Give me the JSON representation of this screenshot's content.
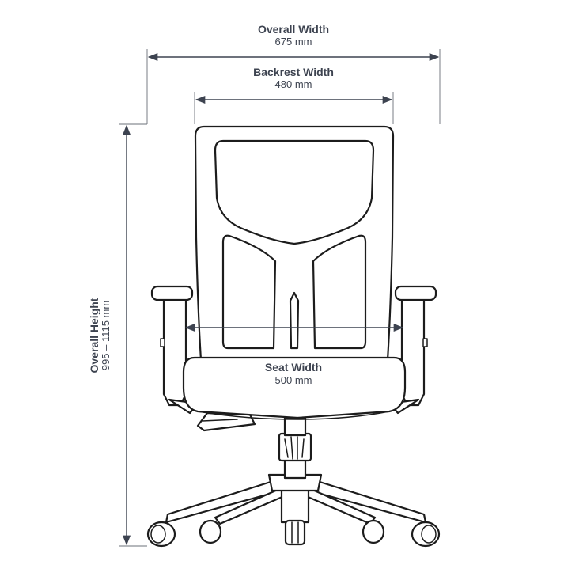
{
  "dimensions": {
    "overall_width": {
      "label": "Overall Width",
      "value": "675 mm"
    },
    "backrest_width": {
      "label": "Backrest Width",
      "value": "480 mm"
    },
    "seat_width": {
      "label": "Seat Width",
      "value": "500 mm"
    },
    "overall_height": {
      "label": "Overall Height",
      "value": "995 – 1115 mm"
    }
  },
  "colors": {
    "dimension_text": "#3d4350",
    "chair_outline": "#1c1c1c",
    "background": "#ffffff"
  }
}
